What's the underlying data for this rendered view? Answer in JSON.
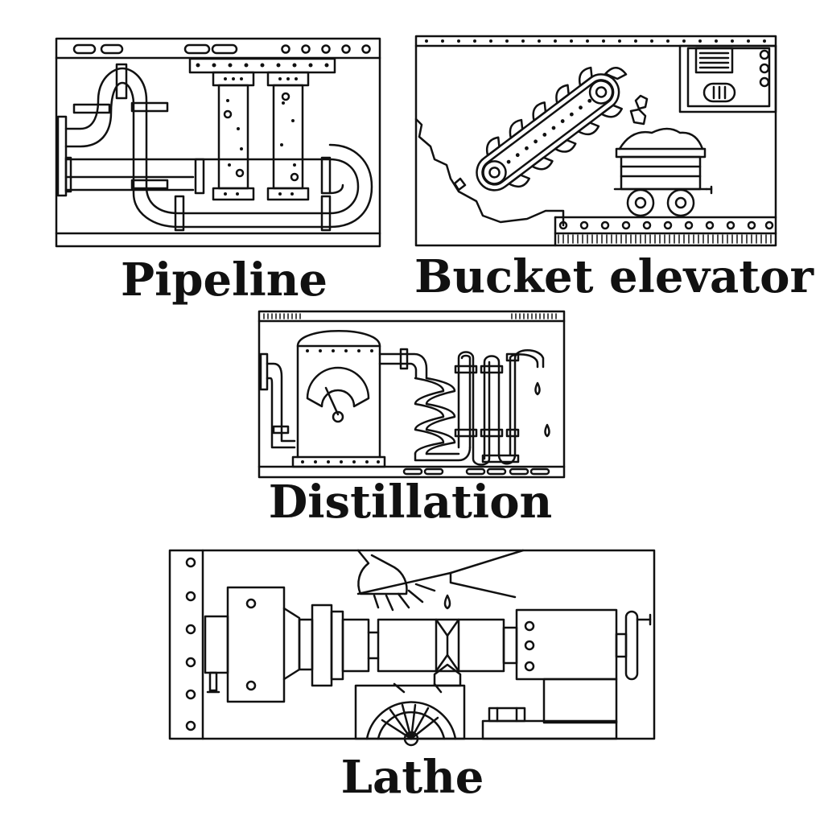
{
  "illustrations": [
    {
      "id": "pipeline",
      "caption": "Pipeline"
    },
    {
      "id": "bucket_elevator",
      "caption": "Bucket elevator"
    },
    {
      "id": "distillation",
      "caption": "Distillation"
    },
    {
      "id": "lathe",
      "caption": "Lathe"
    }
  ],
  "colors": {
    "line": "#111111",
    "background": "#ffffff"
  }
}
